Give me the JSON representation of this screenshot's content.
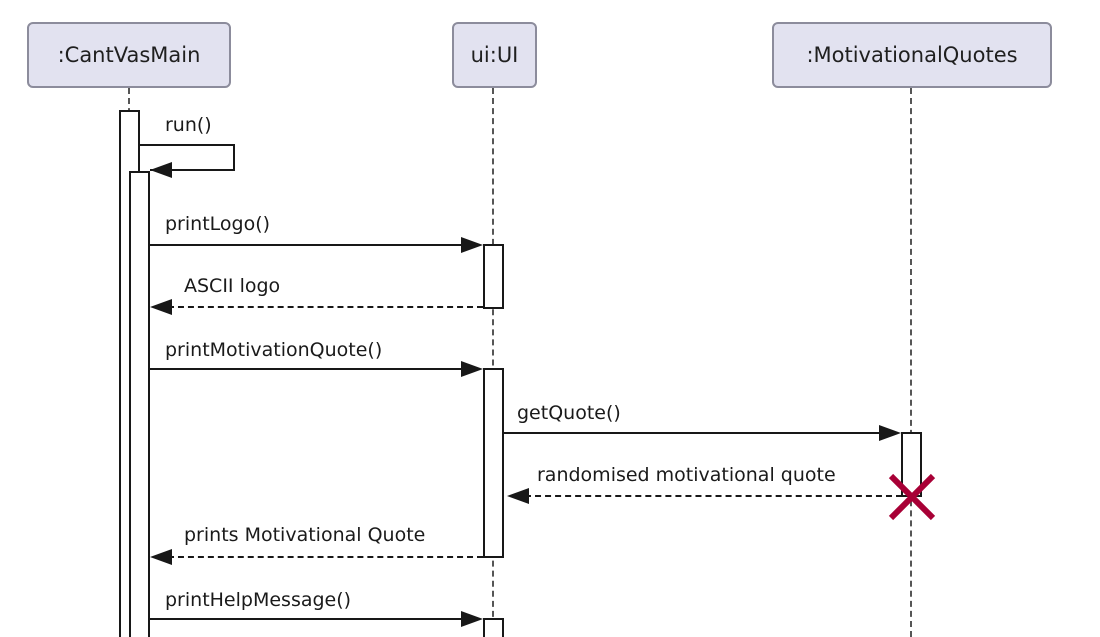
{
  "diagram": {
    "type": "uml-sequence-diagram",
    "participants": [
      {
        "id": "cantvasmain",
        "label": ":CantVasMain"
      },
      {
        "id": "ui",
        "label": "ui:UI"
      },
      {
        "id": "motivationalquotes",
        "label": ":MotivationalQuotes"
      }
    ],
    "messages": [
      {
        "label": "run()",
        "kind": "self-call",
        "from": ":CantVasMain",
        "to": ":CantVasMain",
        "line": "solid"
      },
      {
        "label": "printLogo()",
        "kind": "call",
        "from": ":CantVasMain",
        "to": "ui:UI",
        "line": "solid"
      },
      {
        "label": "ASCII logo",
        "kind": "return",
        "from": "ui:UI",
        "to": ":CantVasMain",
        "line": "dashed"
      },
      {
        "label": "printMotivationQuote()",
        "kind": "call",
        "from": ":CantVasMain",
        "to": "ui:UI",
        "line": "solid"
      },
      {
        "label": "getQuote()",
        "kind": "call",
        "from": "ui:UI",
        "to": ":MotivationalQuotes",
        "line": "solid"
      },
      {
        "label": "randomised motivational quote",
        "kind": "return",
        "from": ":MotivationalQuotes",
        "to": "ui:UI",
        "line": "dashed",
        "destroy_target": true
      },
      {
        "label": "prints Motivational Quote",
        "kind": "return",
        "from": "ui:UI",
        "to": ":CantVasMain",
        "line": "dashed"
      },
      {
        "label": "printHelpMessage()",
        "kind": "call",
        "from": ":CantVasMain",
        "to": "ui:UI",
        "line": "solid"
      }
    ],
    "colors": {
      "background": "#FFFFFF",
      "participant_fill": "#E2E2F0",
      "participant_border": "#8C8C9C",
      "line": "#181818",
      "lifeline": "#565656",
      "destroy_x": "#A80036",
      "text": "#1A1A1A"
    }
  }
}
